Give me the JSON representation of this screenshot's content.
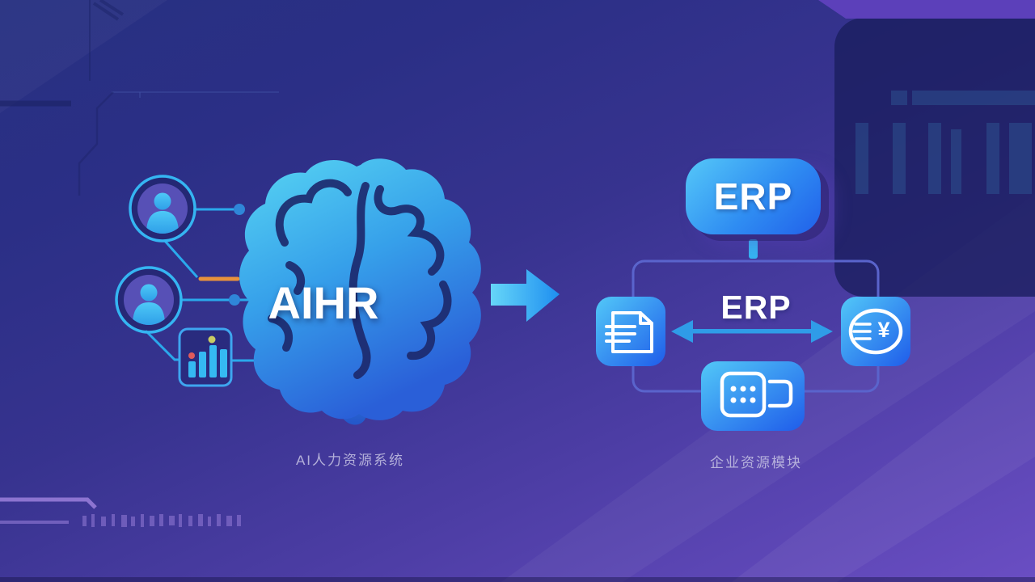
{
  "scene": {
    "left": {
      "logo": "AIHR",
      "caption": "AI人力资源系统",
      "node_icons": [
        "user-icon",
        "user-icon",
        "bar-chart-icon"
      ]
    },
    "right": {
      "bubble_label": "ERP",
      "hub_label": "ERP",
      "caption": "企业资源模块",
      "coin_glyph": "¥",
      "tile_icons": [
        "document-icon",
        "currency-icon",
        "module-icon"
      ]
    },
    "flow": "left-to-right-arrow"
  },
  "colors": {
    "background_top": "#273081",
    "background_bottom": "#6a4ec3",
    "dark_corner": "#1a1e5e",
    "corner_band_purple": "#5c40ba",
    "accent_cyan": "#35b5f2",
    "accent_orange": "#e8923c",
    "tile_gradient_start": "#52c8f8",
    "tile_gradient_end": "#1f5cea",
    "brain_gradient_start": "#55d4f2",
    "brain_gradient_end": "#2a5fd8",
    "brain_fold": "#1d2a6e",
    "frame_stroke": "#5a64cc",
    "node_ring": "#35b5f2",
    "node_fill": "#5750b6",
    "caption_text": "#c7c4e4",
    "dot_fill": "#2f86d8"
  }
}
